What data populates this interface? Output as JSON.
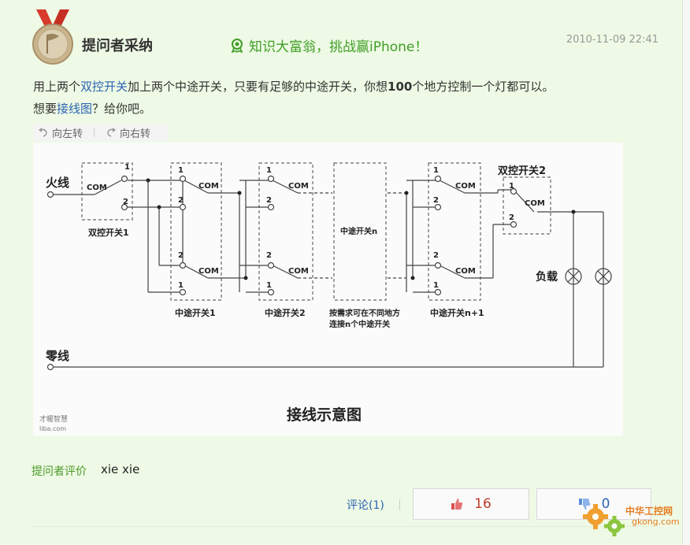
{
  "header": {
    "title": "提问者采纳",
    "promo": "知识大富翁，挑战赢iPhone！",
    "date": "2010-11-09 22:41"
  },
  "answer": {
    "p1_a": "用上两个",
    "p1_link": "双控开关",
    "p1_b": "加上两个中途开关，只要有足够的中途开关，你想",
    "p1_num": "100",
    "p1_c": "个地方控制一个灯都可以。",
    "p2_a": "想要",
    "p2_link": "接线图",
    "p2_b": "？给你吧。"
  },
  "rotate": {
    "left": "向左转",
    "right": "向右转"
  },
  "diagram": {
    "hot": "火线",
    "neutral": "零线",
    "com": "COM",
    "one": "1",
    "two": "2",
    "sw1": "双控开关1",
    "sw2": "双控开关2",
    "mid1": "中途开关1",
    "mid2": "中途开关2",
    "midn": "中途开关n",
    "midn1": "中途开关n+1",
    "note1": "按需求可在不同地方",
    "note2": "连接n个中途开关",
    "load": "负载",
    "caption": "接线示意图",
    "logo1": "才暖智慧",
    "logo2": "liba.com"
  },
  "footer": {
    "rating_label": "提问者评价",
    "rating_text": "xie xie",
    "comment": "评论(1)",
    "up_count": "16",
    "down_count": "0"
  },
  "watermark": {
    "name": "中华工控网",
    "url": "gkong.com"
  }
}
